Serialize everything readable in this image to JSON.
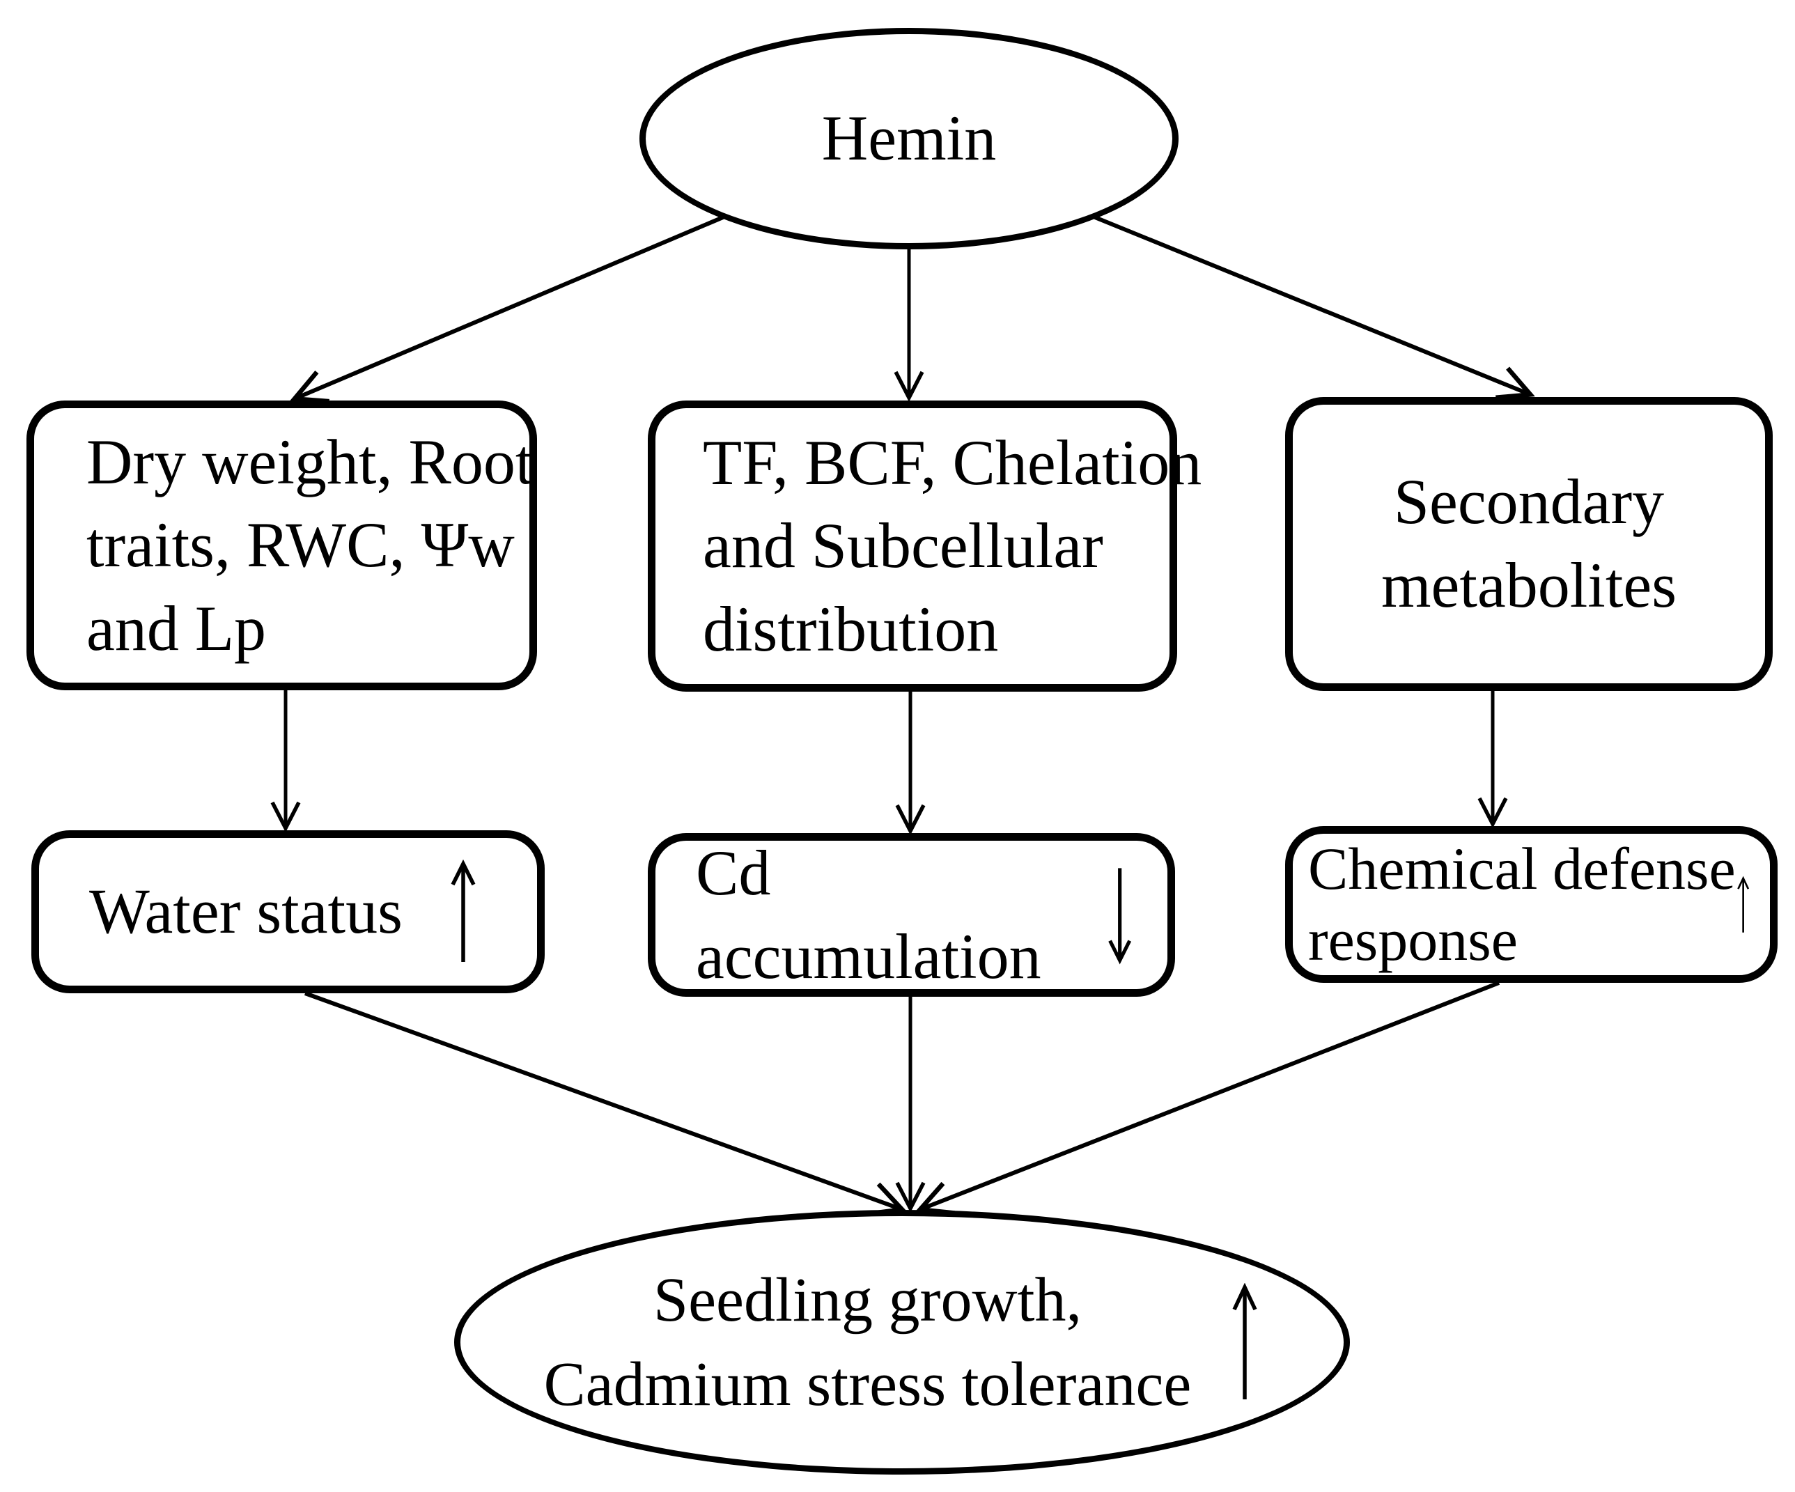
{
  "figure": {
    "background_color": "#ffffff",
    "stroke_color": "#000000",
    "text_color": "#000000",
    "type": "flowchart"
  },
  "nodes": {
    "hemin": {
      "shape": "ellipse",
      "label": "Hemin"
    },
    "physio": {
      "shape": "rounded-rect",
      "label": "Dry weight, Root traits, RWC, Ψw and Lp",
      "lines": [
        "Dry weight, Root",
        "traits, RWC, Ψw",
        "and Lp"
      ]
    },
    "accumulation_factors": {
      "shape": "rounded-rect",
      "label": "TF, BCF, Chelation and Subcellular distribution",
      "lines": [
        "TF, BCF, Chelation",
        "and Subcellular",
        "distribution"
      ]
    },
    "secondary_metabolites": {
      "shape": "rounded-rect",
      "label": "Secondary metabolites",
      "lines": [
        "Secondary",
        "metabolites"
      ]
    },
    "water_status": {
      "shape": "rounded-rect",
      "label": "Water status",
      "trend": "up",
      "trend_icon": "↑"
    },
    "cd_accumulation": {
      "shape": "rounded-rect",
      "label": "Cd accumulation",
      "trend": "down",
      "trend_icon": "↓"
    },
    "chemical_defense": {
      "shape": "rounded-rect",
      "label": "Chemical defense response",
      "lines": [
        "Chemical defense",
        "response"
      ],
      "trend": "up",
      "trend_icon": "↑"
    },
    "outcome": {
      "shape": "ellipse",
      "label": "Seedling growth, Cadmium stress tolerance",
      "lines": [
        "Seedling growth,",
        "Cadmium stress tolerance"
      ],
      "trend": "up",
      "trend_icon": "↑"
    }
  },
  "edges": [
    {
      "from": "hemin",
      "to": "physio"
    },
    {
      "from": "hemin",
      "to": "accumulation_factors"
    },
    {
      "from": "hemin",
      "to": "secondary_metabolites"
    },
    {
      "from": "physio",
      "to": "water_status"
    },
    {
      "from": "accumulation_factors",
      "to": "cd_accumulation"
    },
    {
      "from": "secondary_metabolites",
      "to": "chemical_defense"
    },
    {
      "from": "water_status",
      "to": "outcome"
    },
    {
      "from": "cd_accumulation",
      "to": "outcome"
    },
    {
      "from": "chemical_defense",
      "to": "outcome"
    }
  ]
}
